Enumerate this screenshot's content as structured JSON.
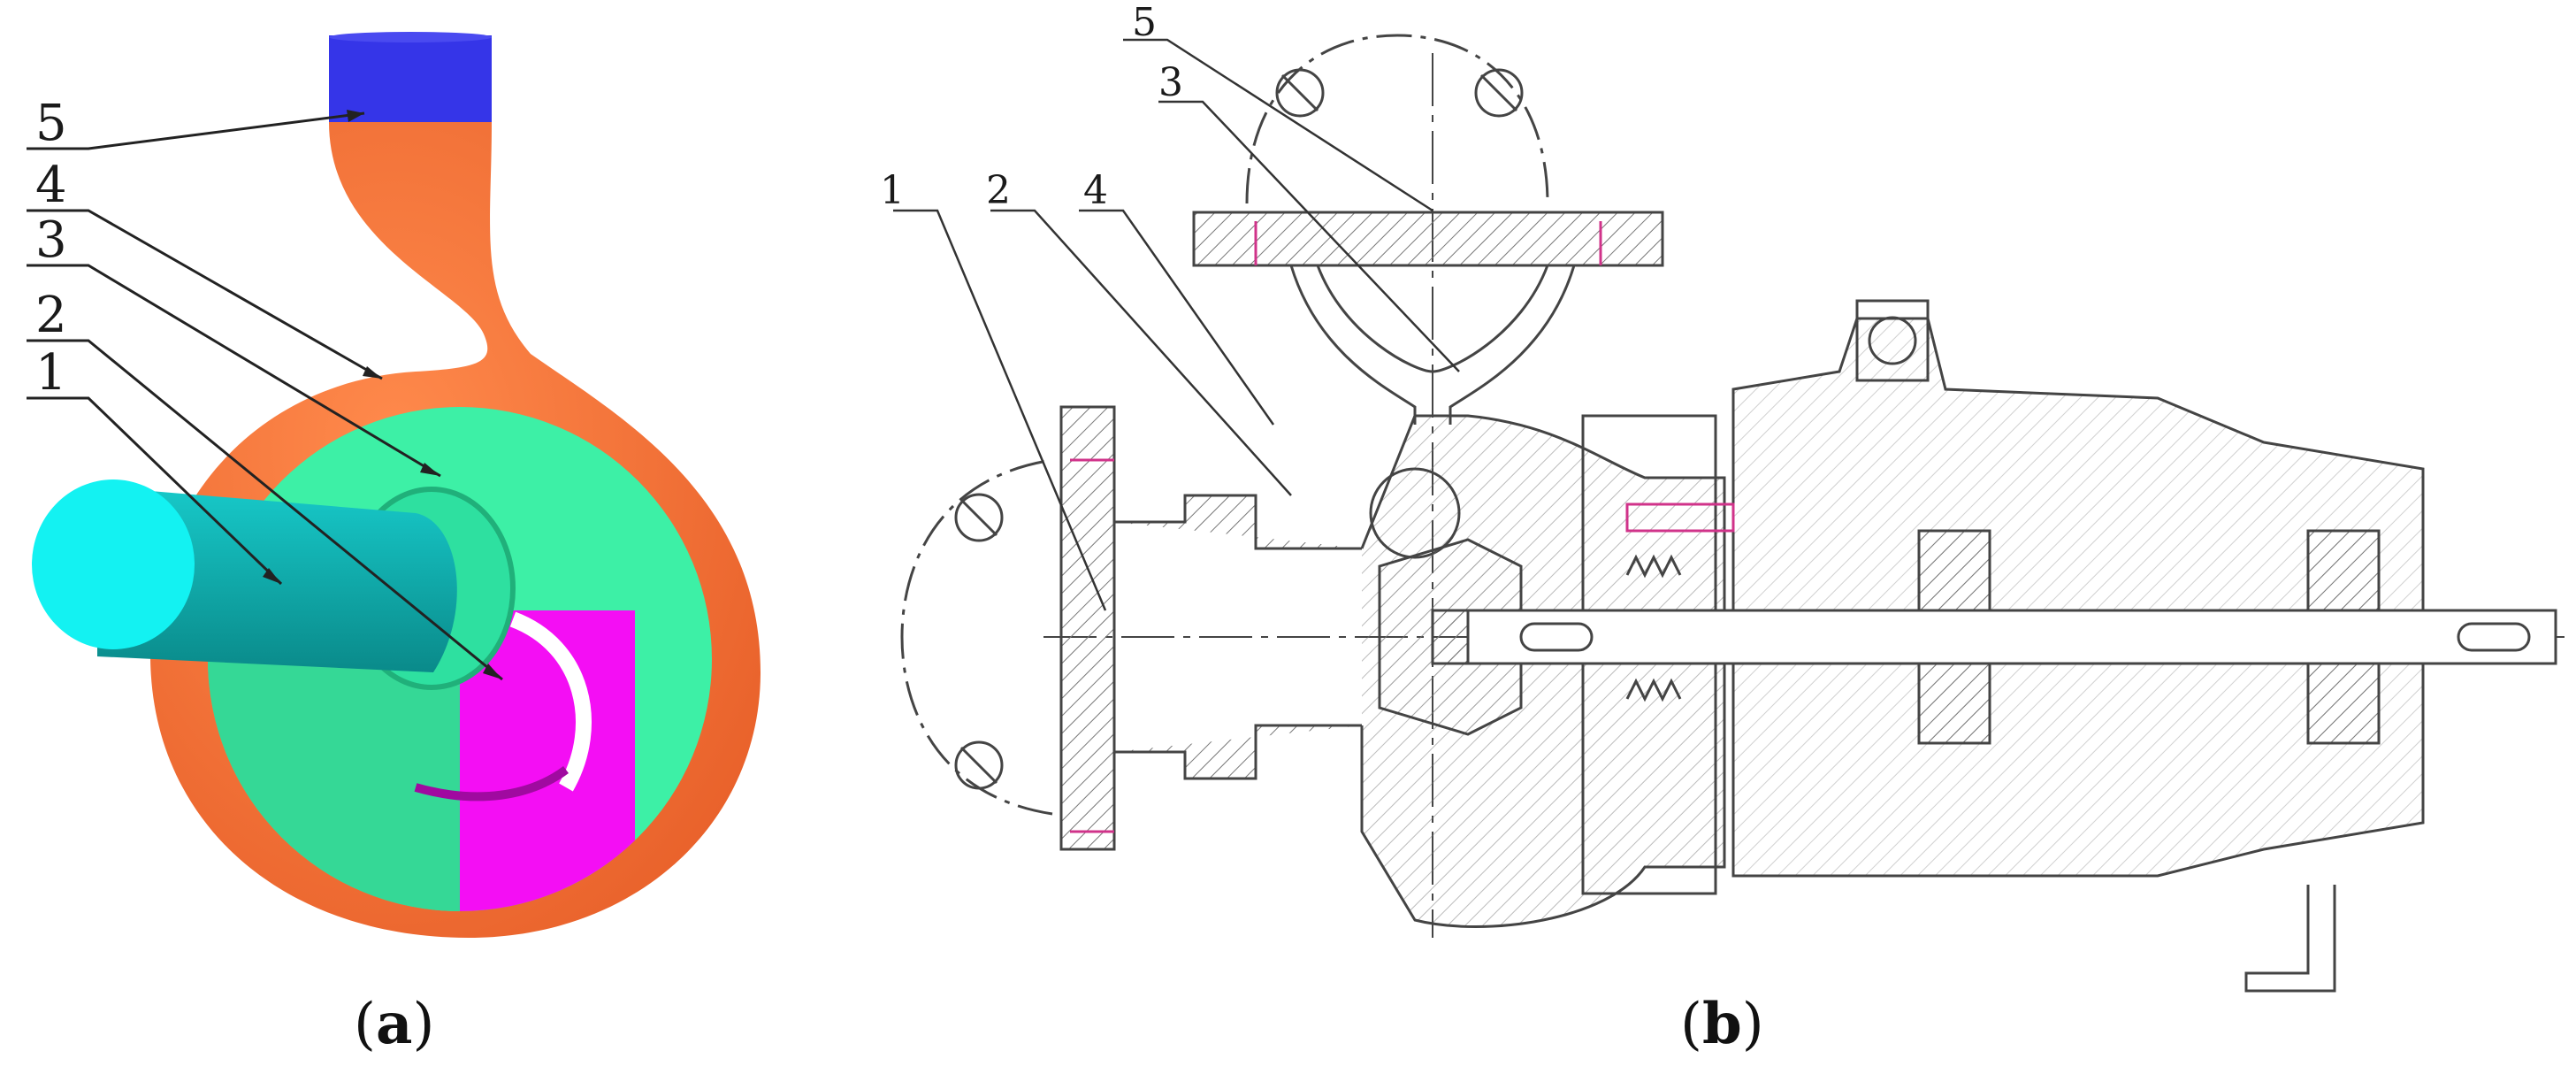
{
  "figure": {
    "panel_a": {
      "caption_letter": "a",
      "labels": [
        {
          "num": "5",
          "part": "outlet"
        },
        {
          "num": "4",
          "part": "volute"
        },
        {
          "num": "3",
          "part": "front-chamber"
        },
        {
          "num": "2",
          "part": "impeller"
        },
        {
          "num": "1",
          "part": "inlet"
        }
      ],
      "colors": {
        "outlet": "#3535e8",
        "volute": "#f4733a",
        "front_chamber": "#3ff0a6",
        "impeller": "#f410f4",
        "inlet_pipe_dark": "#0ea5a5",
        "inlet_pipe_light": "#13f2f2"
      }
    },
    "panel_b": {
      "caption_letter": "b",
      "labels": [
        {
          "num": "5",
          "part": "outlet"
        },
        {
          "num": "3",
          "part": "front-chamber"
        },
        {
          "num": "1",
          "part": "inlet"
        },
        {
          "num": "2",
          "part": "impeller"
        },
        {
          "num": "4",
          "part": "volute"
        }
      ],
      "colors": {
        "line": "#444444",
        "hatch": "#777777",
        "accent": "#d0338a"
      }
    }
  }
}
